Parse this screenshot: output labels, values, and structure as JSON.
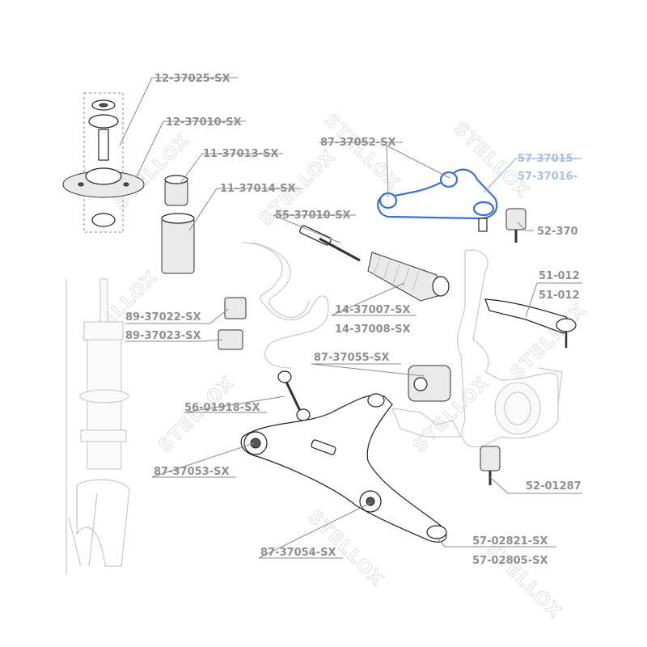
{
  "watermark": {
    "text": "STELLOX"
  },
  "labels": {
    "p12_37025": "12-37025-SX",
    "p12_37010": "12-37010-SX",
    "p11_37013": "11-37013-SX",
    "p11_37014": "11-37014-SX",
    "p87_37052": "87-37052-SX",
    "p57_37015": "57-37015-",
    "p57_37016": "57-37016-",
    "p55_37010": "55-37010-SX",
    "p52_370": "52-370",
    "p51_012_a": "51-012",
    "p51_012_b": "51-012",
    "p89_37022": "89-37022-SX",
    "p89_37023": "89-37023-SX",
    "p14_37007": "14-37007-SX",
    "p14_37008": "14-37008-SX",
    "p87_37055": "87-37055-SX",
    "p56_01918": "56-01918-SX",
    "p87_37053": "87-37053-SX",
    "p52_01287": "52-01287",
    "p87_37054": "87-37054-SX",
    "p57_02821": "57-02821-SX",
    "p57_02805": "57-02805-SX"
  },
  "colors": {
    "label_grey": "#8f8f8f",
    "label_blue": "#a9c1dc",
    "highlight_part": "#3d6fd4",
    "watermark": "#e3e3e3"
  }
}
